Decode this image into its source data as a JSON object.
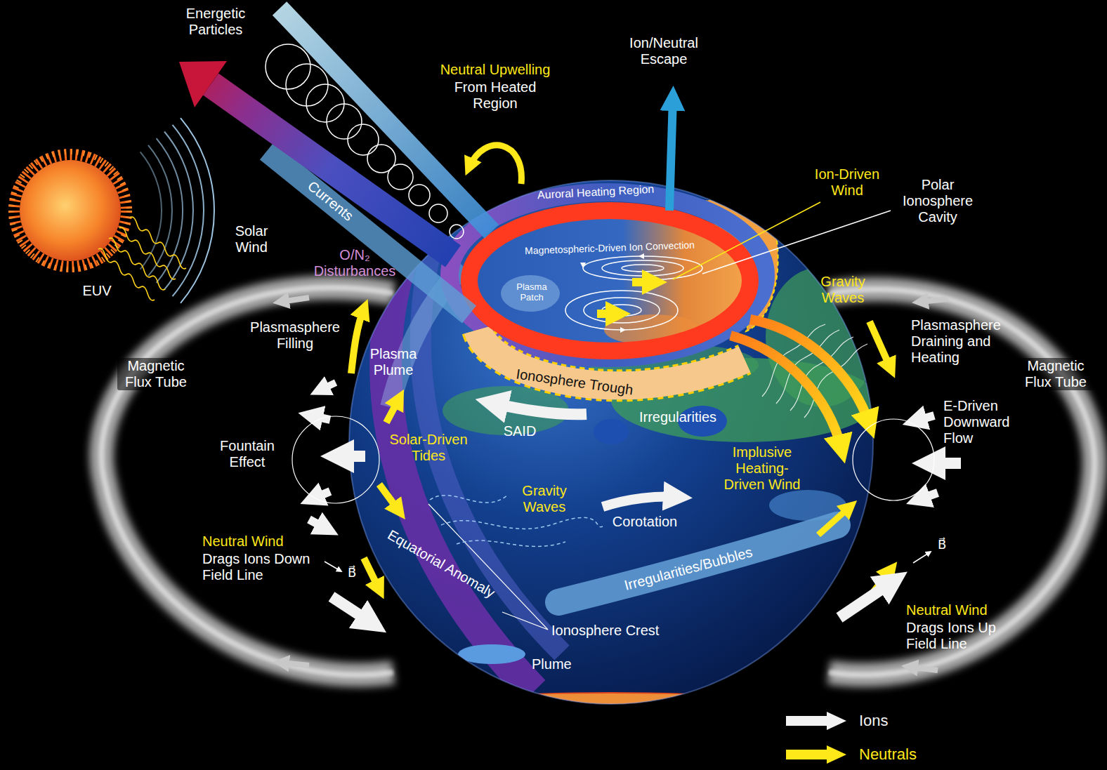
{
  "diagram": {
    "labels": [
      "Energetic Particles",
      "Neutral Upwelling",
      "From Heated Region",
      "Ion/Neutral Escape",
      "Currents",
      "Solar Wind",
      "EUV",
      "O/N₂ Disturbances",
      "Auroral Heating Region",
      "Magnetospheric-Driven Ion Convection",
      "Plasma Patch",
      "Ion-Driven Wind",
      "Polar Ionosphere Cavity",
      "Gravity Waves",
      "Plasmasphere Filling",
      "Plasma Plume",
      "Ionosphere Trough",
      "Plasmasphere Draining and Heating",
      "Magnetic Flux Tube",
      "Magnetic Flux Tube",
      "SAID",
      "Irregularities",
      "E-Driven Downward Flow",
      "Fountain Effect",
      "Solar-Driven Tides",
      "Implusive Heating-Driven Wind",
      "Gravity Waves",
      "Corotation",
      "Neutral Wind",
      "Drags Ions Down Field Line",
      "B⃗",
      "Equatorial Anomaly",
      "Irregularities/Bubbles",
      "B⃗",
      "Neutral Wind",
      "Drags Ions Up Field Line",
      "Ionosphere Crest",
      "Plume"
    ],
    "legend": [
      {
        "text": "Ions"
      },
      {
        "text": "Neutrals"
      }
    ]
  }
}
